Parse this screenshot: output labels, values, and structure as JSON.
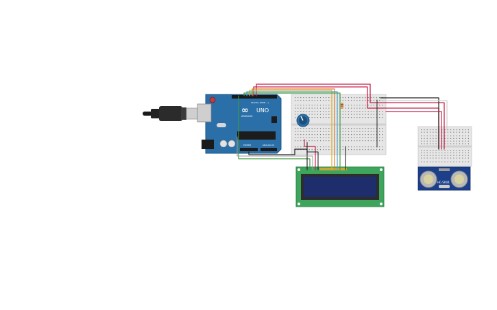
{
  "arduino": {
    "brand_logo": "∞",
    "model": "UNO",
    "subtitle": "ARDUINO",
    "digital_label": "DIGITAL (PWM ~)",
    "power_label": "POWER",
    "analog_label": "ANALOG IN"
  },
  "sensor": {
    "model_label": "HC-SR04"
  },
  "colors": {
    "board": "#2a6fa8",
    "breadboard": "#e6e6e6",
    "lcd_pcb": "#3fa55d",
    "lcd_screen": "#1e2d6b",
    "wire_red": "#c8224a",
    "wire_black": "#222222",
    "wire_green": "#3e9a3e",
    "wire_yellow": "#e0b020",
    "wire_orange": "#e07a2a",
    "wire_blue": "#4aa0d0"
  }
}
